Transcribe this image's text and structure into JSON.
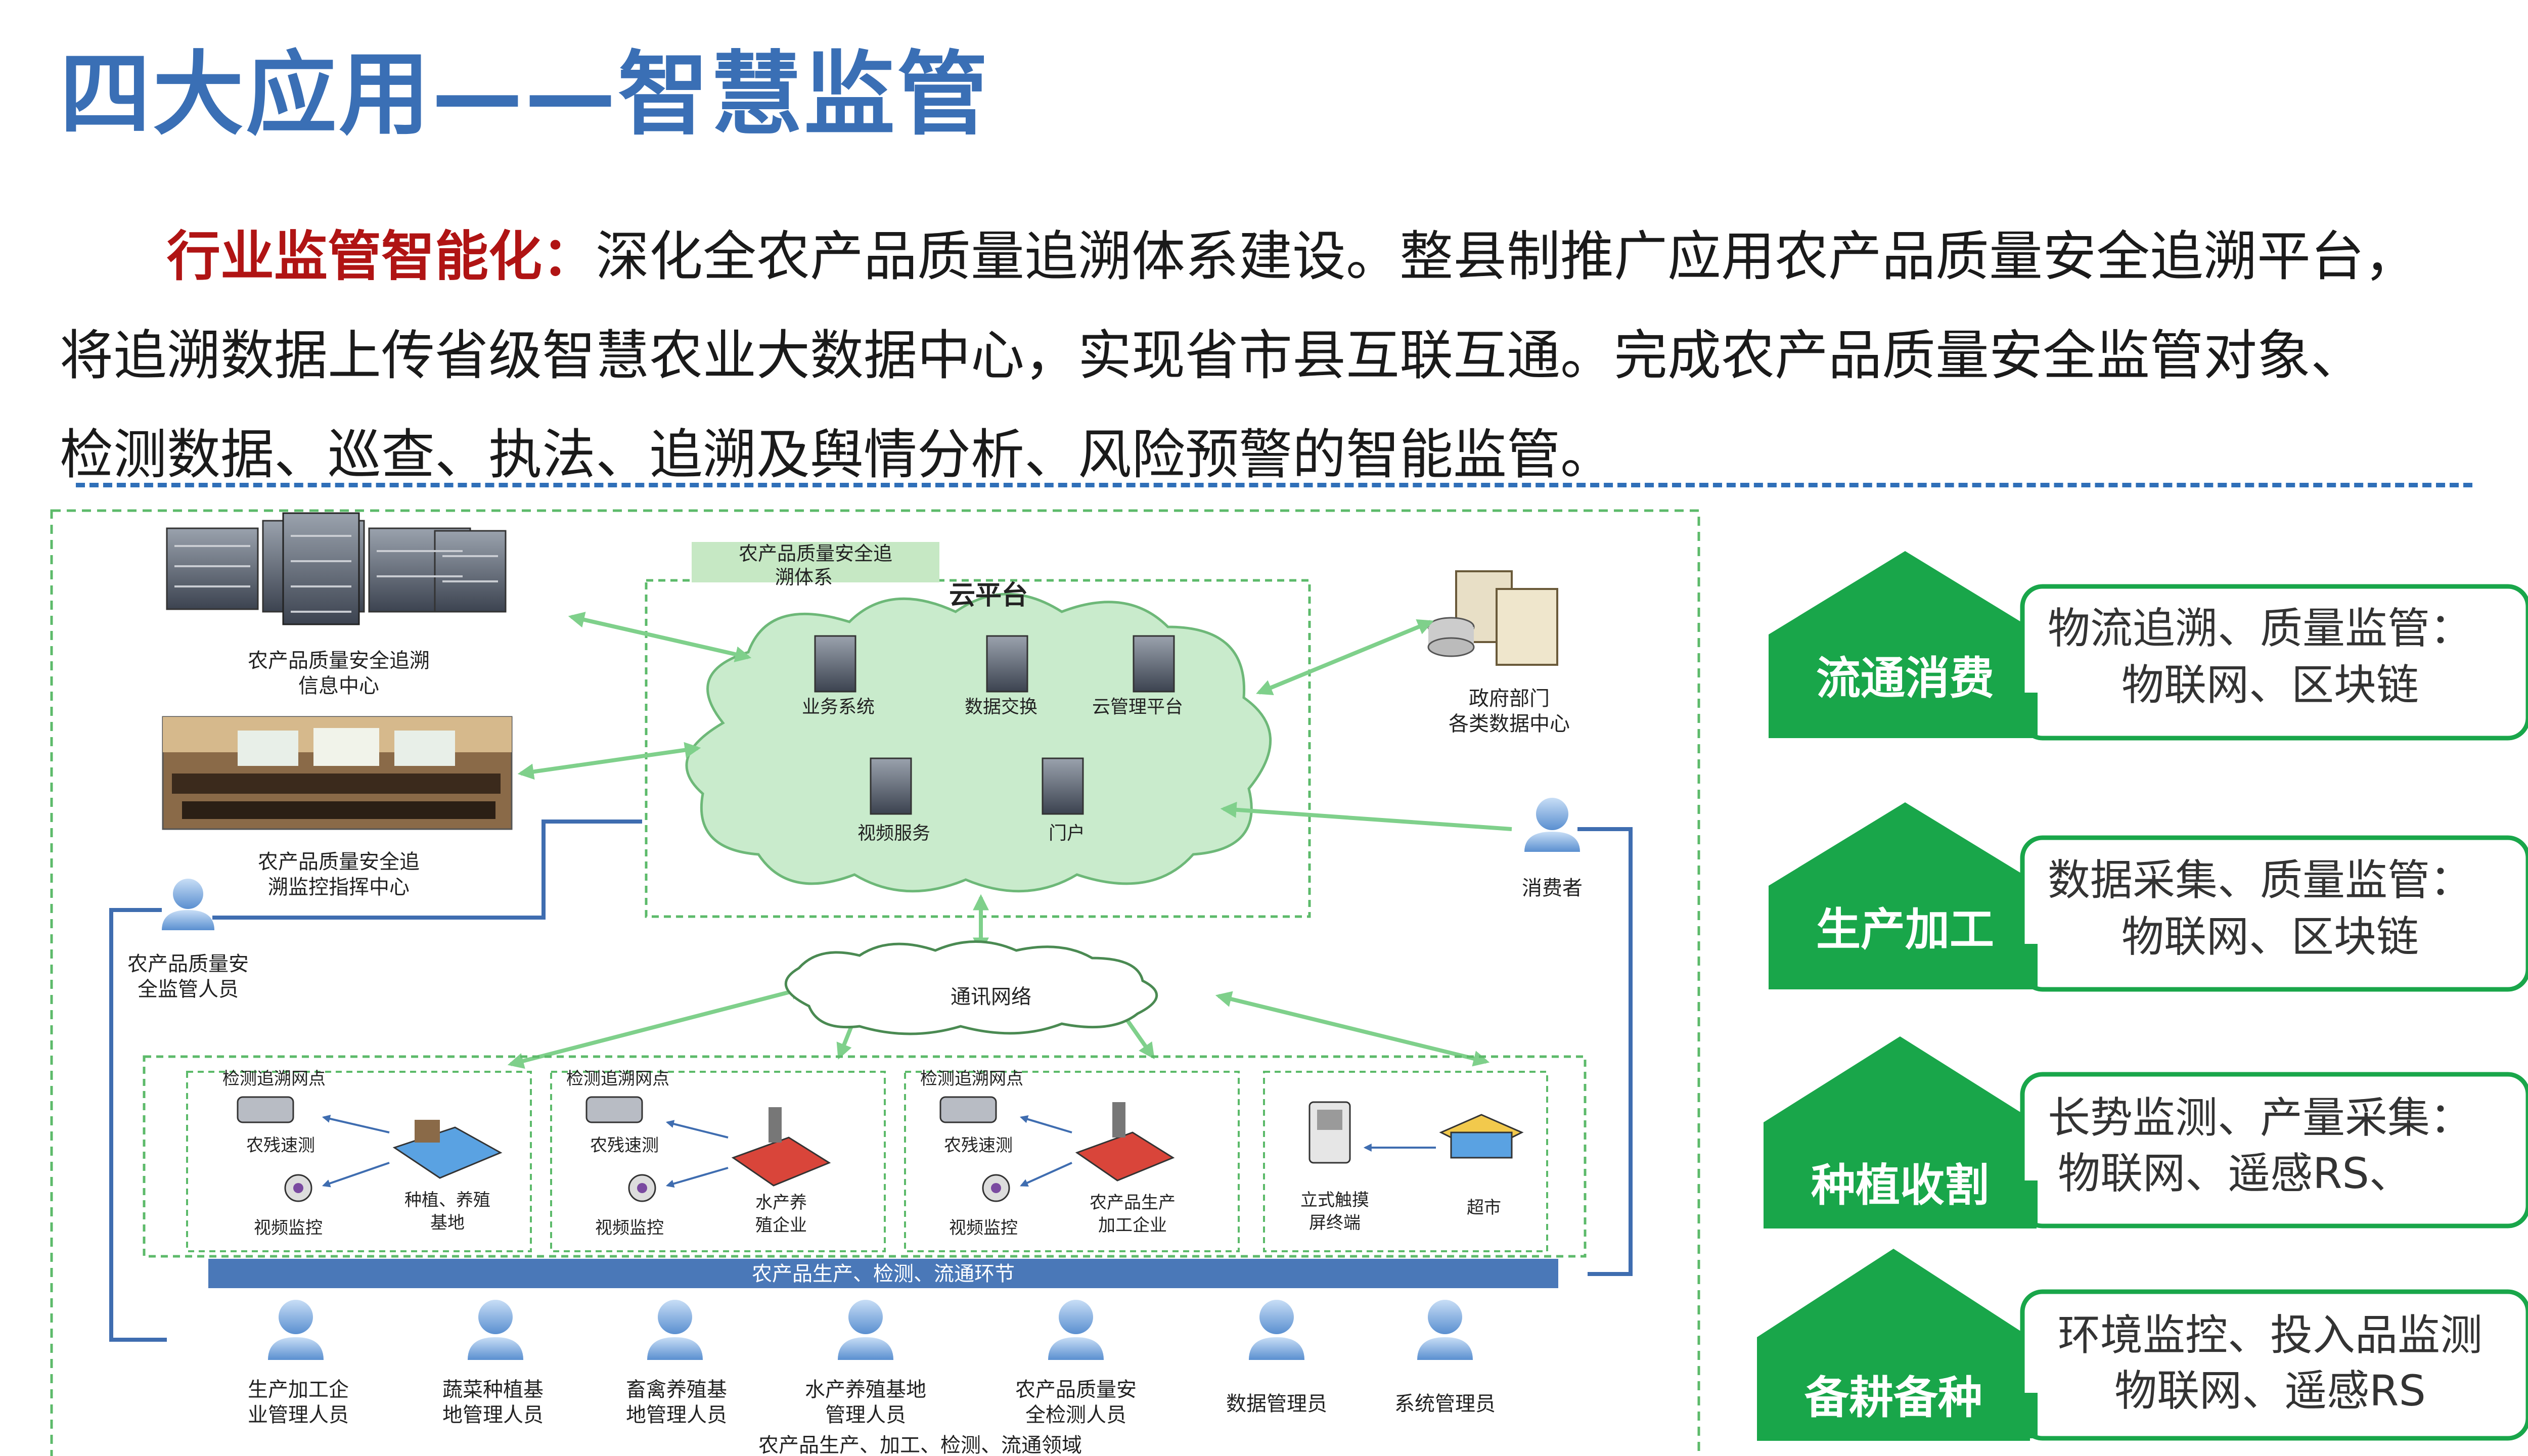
{
  "title": "四大应用——智慧监管",
  "paragraph": {
    "keyword": "行业监管智能化：",
    "line1": "深化全农产品质量追溯体系建设。整县制推广应用农产品质量安全追溯平台，",
    "line2": "将追溯数据上传省级智慧农业大数据中心，实现省市县互联互通。完成农产品质量安全监管对象、",
    "line3": "检测数据、巡查、执法、追溯及舆情分析、风险预警的智能监管。"
  },
  "diagram": {
    "info_center": [
      "农产品质量安全追溯",
      "信息中心"
    ],
    "command_center": [
      "农产品质量安全追",
      "溯监控指挥中心"
    ],
    "supervisor": [
      "农产品质量安",
      "全监管人员"
    ],
    "system_tag": [
      "农产品质量安全追",
      "溯体系"
    ],
    "cloud_title": "云平台",
    "cloud_nodes": [
      "业务系统",
      "数据交换",
      "云管理平台",
      "视频服务",
      "门户"
    ],
    "gov_center": [
      "政府部门",
      "各类数据中心"
    ],
    "consumer": "消费者",
    "network": "通讯网络",
    "station_title": "检测追溯网点",
    "station1": {
      "a": "农残速测",
      "b": "视频监控",
      "c": [
        "种植、养殖",
        "基地"
      ]
    },
    "station2": {
      "a": "农残速测",
      "b": "视频监控",
      "c": [
        "水产养",
        "殖企业"
      ]
    },
    "station3": {
      "a": "农残速测",
      "b": "视频监控",
      "c": [
        "农产品生产",
        "加工企业"
      ]
    },
    "station4": {
      "a": [
        "立式触摸",
        "屏终端"
      ],
      "b": "超市"
    },
    "bar_label": "农产品生产、检测、流通环节",
    "people": [
      [
        "生产加工企",
        "业管理人员"
      ],
      [
        "蔬菜种植基",
        "地管理人员"
      ],
      [
        "畜禽养殖基",
        "地管理人员"
      ],
      [
        "水产养殖基地",
        "管理人员"
      ],
      [
        "农产品质量安",
        "全检测人员"
      ],
      [
        "数据管理员"
      ],
      [
        "系统管理员"
      ]
    ],
    "bottom_label": "农产品生产、加工、检测、流通领域"
  },
  "apps": [
    {
      "tag": "流通消费",
      "l1": "物流追溯、质量监管：",
      "l2": "物联网、区块链"
    },
    {
      "tag": "生产加工",
      "l1": "数据采集、质量监管：",
      "l2": "物联网、区块链"
    },
    {
      "tag": "种植收割",
      "l1": "长势监测、产量采集：",
      "l2": "物联网、遥感RS、"
    },
    {
      "tag": "备耕备种",
      "l1": "环境监控、投入品监测",
      "l2": "物联网、遥感RS"
    }
  ],
  "colors": {
    "title": "#3a6fb5",
    "keyword": "#b01414",
    "green": "#19a64a",
    "cloud": "#c9ebcc",
    "bar": "#4a78b8"
  }
}
